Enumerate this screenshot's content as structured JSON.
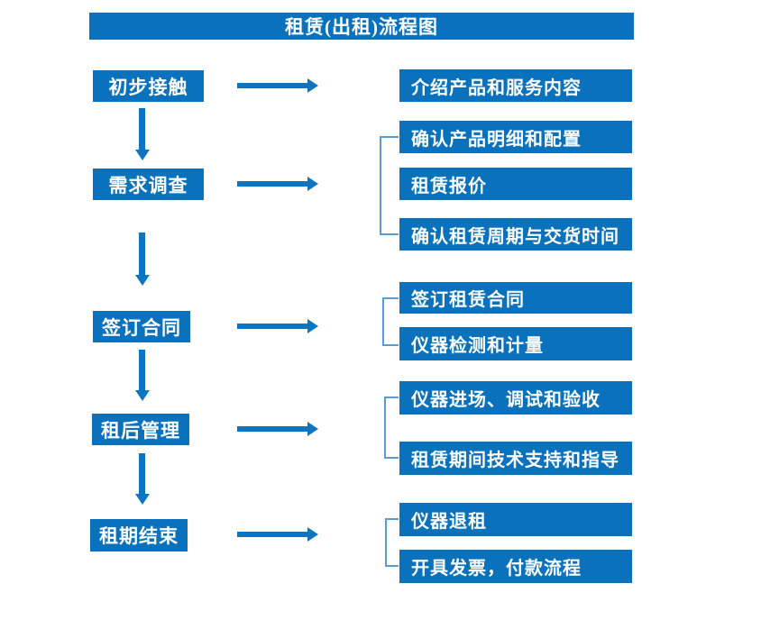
{
  "title": "租赁(出租)流程图",
  "colors": {
    "box": "#0a72bd",
    "arrow": "#0c74c0",
    "bracket": "#5b9bd5",
    "text": "#ffffff",
    "background": "#ffffff"
  },
  "stages": [
    {
      "label": "初步接触",
      "details": [
        "介绍产品和服务内容"
      ]
    },
    {
      "label": "需求调查",
      "details": [
        "确认产品明细和配置",
        "租赁报价",
        "确认租赁周期与交货时间"
      ]
    },
    {
      "label": "签订合同",
      "details": [
        "签订租赁合同",
        "仪器检测和计量"
      ]
    },
    {
      "label": "租后管理",
      "details": [
        "仪器进场、调试和验收",
        "租赁期间技术支持和指导"
      ]
    },
    {
      "label": "租期结束",
      "details": [
        "仪器退租",
        "开具发票，付款流程"
      ]
    }
  ]
}
